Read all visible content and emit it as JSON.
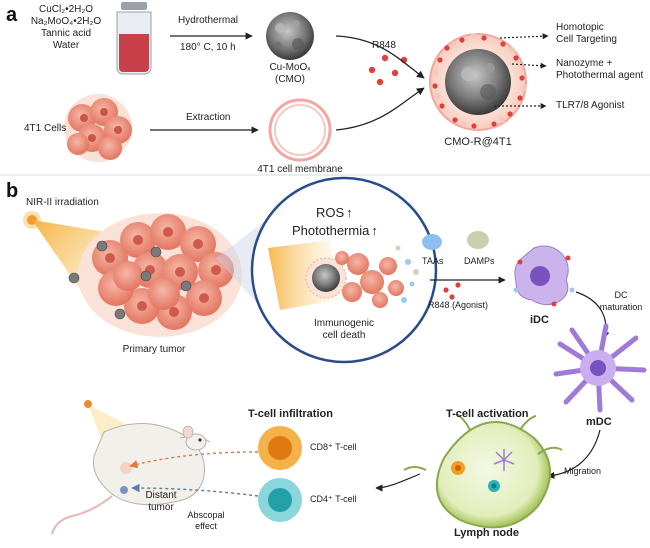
{
  "panels": {
    "a": "a",
    "b": "b"
  },
  "synthesis": {
    "reagents": [
      "CuCl₂•2H₂O",
      "Na₂MoO₄•2H₂O",
      "Tannic acid",
      "Water"
    ],
    "step1_top": "Hydrothermal",
    "step1_bottom": "180° C, 10 h",
    "product_line1": "Cu-MoOₓ",
    "product_line2": "(CMO)",
    "cells_label": "4T1 Cells",
    "step2": "Extraction",
    "membrane_label": "4T1 cell membrane",
    "drug_label": "R848",
    "final_name": "CMO-R@4T1",
    "functions": [
      "Homotopic",
      "Cell Targeting",
      "Nanozyme +",
      "Photothermal agent",
      "TLR7/8 Agonist"
    ]
  },
  "therapy": {
    "irradiation": "NIR-II irradiation",
    "primary_tumor": "Primary tumor",
    "ros": "ROS",
    "photothermia": "Photothermia",
    "icd_line1": "Immunogenic",
    "icd_line2": "cell death",
    "taas": "TAAs",
    "damps": "DAMPs",
    "agonist": "R848 (Agonist)",
    "idc": "iDC",
    "dc_mat_line1": "DC",
    "dc_mat_line2": "maturation",
    "mdc": "mDC",
    "migration": "Migration",
    "tcell_activation": "T-cell activation",
    "lymph_node": "Lymph node",
    "tcell_infiltration": "T-cell infiltration",
    "cd8": "CD8⁺ T-cell",
    "cd4": "CD4⁺ T-cell",
    "distant_line1": "Distant",
    "distant_line2": "tumor",
    "abscopal_line1": "Abscopal",
    "abscopal_line2": "effect"
  },
  "colors": {
    "tumor": "#e8806a",
    "tumor_light": "#f4b3a3",
    "cmo": "#8a8a8a",
    "drug": "#e0403a",
    "membrane": "#f0a8a0",
    "idc": "#b99de0",
    "mdc": "#9a6fd6",
    "lymph": "#c8e08a",
    "cd8": "#f0a020",
    "cd4": "#2ab0b8",
    "taas": "#8cc0f0",
    "damps": "#c8d0b0",
    "circle_border": "#2a4c8a"
  },
  "icons": [
    "vial-icon",
    "cmo-particle-icon",
    "tumor-cluster-icon",
    "membrane-ring-icon",
    "laser-icon",
    "mouse-icon",
    "dendritic-cell-icon",
    "lymph-node-icon",
    "t-cell-icon"
  ]
}
